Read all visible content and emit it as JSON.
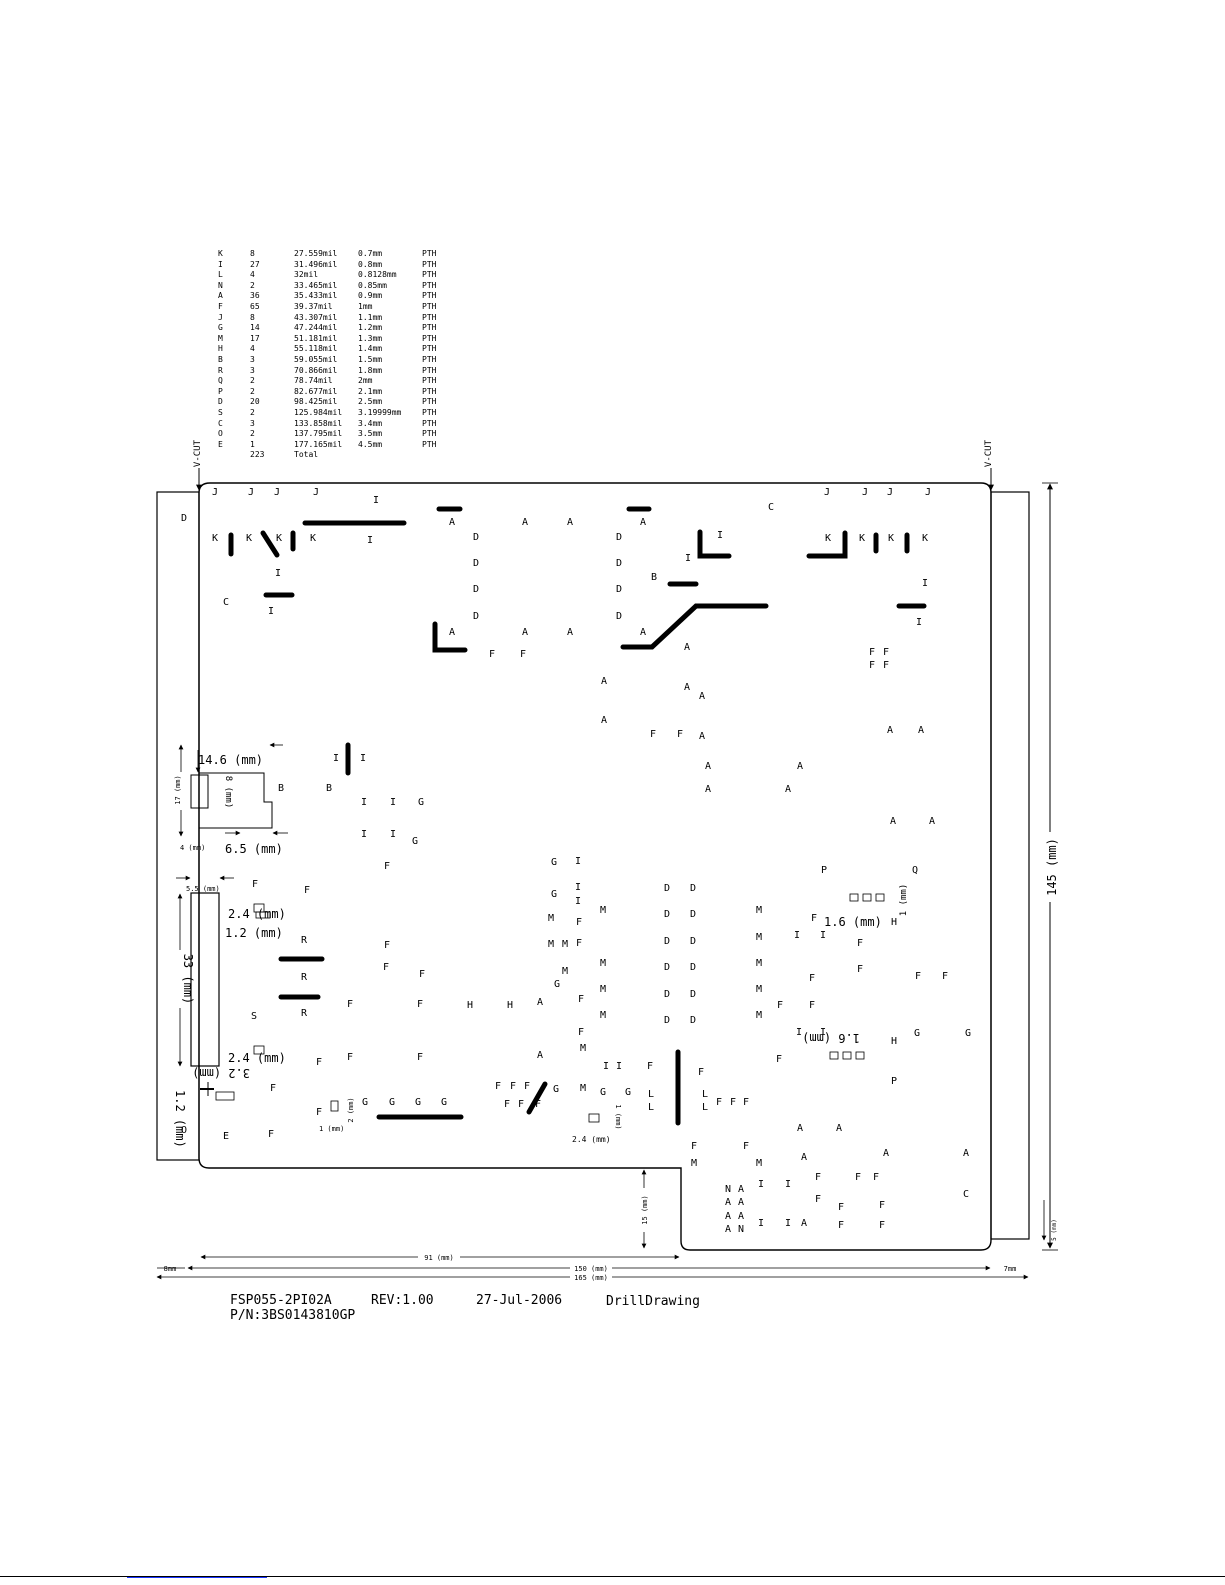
{
  "drill_table": {
    "rows": [
      {
        "sym": "K",
        "qty": "8",
        "mil": "27.559mil",
        "mm": "0.7mm",
        "type": "PTH"
      },
      {
        "sym": "I",
        "qty": "27",
        "mil": "31.496mil",
        "mm": "0.8mm",
        "type": "PTH"
      },
      {
        "sym": "L",
        "qty": "4",
        "mil": "32mil",
        "mm": "0.8128mm",
        "type": "PTH"
      },
      {
        "sym": "N",
        "qty": "2",
        "mil": "33.465mil",
        "mm": "0.85mm",
        "type": "PTH"
      },
      {
        "sym": "A",
        "qty": "36",
        "mil": "35.433mil",
        "mm": "0.9mm",
        "type": "PTH"
      },
      {
        "sym": "F",
        "qty": "65",
        "mil": "39.37mil",
        "mm": "1mm",
        "type": "PTH"
      },
      {
        "sym": "J",
        "qty": "8",
        "mil": "43.307mil",
        "mm": "1.1mm",
        "type": "PTH"
      },
      {
        "sym": "G",
        "qty": "14",
        "mil": "47.244mil",
        "mm": "1.2mm",
        "type": "PTH"
      },
      {
        "sym": "M",
        "qty": "17",
        "mil": "51.181mil",
        "mm": "1.3mm",
        "type": "PTH"
      },
      {
        "sym": "H",
        "qty": "4",
        "mil": "55.118mil",
        "mm": "1.4mm",
        "type": "PTH"
      },
      {
        "sym": "B",
        "qty": "3",
        "mil": "59.055mil",
        "mm": "1.5mm",
        "type": "PTH"
      },
      {
        "sym": "R",
        "qty": "3",
        "mil": "70.866mil",
        "mm": "1.8mm",
        "type": "PTH"
      },
      {
        "sym": "Q",
        "qty": "2",
        "mil": "78.74mil",
        "mm": "2mm",
        "type": "PTH"
      },
      {
        "sym": "P",
        "qty": "2",
        "mil": "82.677mil",
        "mm": "2.1mm",
        "type": "PTH"
      },
      {
        "sym": "D",
        "qty": "20",
        "mil": "98.425mil",
        "mm": "2.5mm",
        "type": "PTH"
      },
      {
        "sym": "S",
        "qty": "2",
        "mil": "125.984mil",
        "mm": "3.19999mm",
        "type": "PTH"
      },
      {
        "sym": "C",
        "qty": "3",
        "mil": "133.858mil",
        "mm": "3.4mm",
        "type": "PTH"
      },
      {
        "sym": "O",
        "qty": "2",
        "mil": "137.795mil",
        "mm": "3.5mm",
        "type": "PTH"
      },
      {
        "sym": "E",
        "qty": "1",
        "mil": "177.165mil",
        "mm": "4.5mm",
        "type": "PTH"
      }
    ],
    "total_qty": "223",
    "total_label": "Total"
  },
  "vcut_label": "V-CUT",
  "dimensions": {
    "height": "145 (mm)",
    "width_inner": "91 (mm)",
    "width_board": "150 (mm)",
    "width_total": "165 (mm)",
    "left_margin": "8mm",
    "right_margin": "7mm",
    "notch_height": "15 (mm)",
    "d_14_6": "14.6 (mm)",
    "d_17": "17 (mm)",
    "d_8": "8 (mm)",
    "d_4": "4 (mm)",
    "d_6_5": "6.5 (mm)",
    "d_5_5": "5.5 (mm)",
    "d_33": "33 (mm)",
    "d_2_4a": "2.4 (mm)",
    "d_1_2": "1.2 (mm)",
    "d_2_4b": "2.4 (mm)",
    "d_3_2": "3.2 (mm)",
    "d_1_2b": "1.2 (mm)",
    "d_2": "2 (mm)",
    "d_1": "1 (mm)",
    "d_2_4c": "2.4 (mm)",
    "d_1_6a": "1.6 (mm)",
    "d_1_6b": "1.6 (mm)",
    "d_1a": "1 (mm)",
    "d_1b": "1 (mm)",
    "d_5": "5 (mm)"
  },
  "title_block": {
    "part": "FSP055-2PI02A",
    "rev": "REV:1.00",
    "date": "27-Jul-2006",
    "kind": "DrillDrawing",
    "pn": "P/N:3BS0143810GP"
  }
}
